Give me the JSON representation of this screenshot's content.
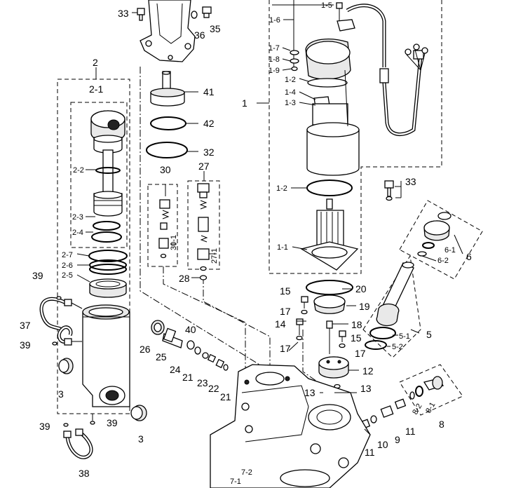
{
  "diagram": {
    "callouts": [
      {
        "id": "c33a",
        "text": "33"
      },
      {
        "id": "c36",
        "text": "36"
      },
      {
        "id": "c35",
        "text": "35"
      },
      {
        "id": "c41",
        "text": "41"
      },
      {
        "id": "c42",
        "text": "42"
      },
      {
        "id": "c32",
        "text": "32"
      },
      {
        "id": "c30",
        "text": "30"
      },
      {
        "id": "c27",
        "text": "27"
      },
      {
        "id": "c30_1",
        "text": "30-1"
      },
      {
        "id": "c27_1",
        "text": "27-1"
      },
      {
        "id": "c28",
        "text": "28"
      },
      {
        "id": "c2",
        "text": "2"
      },
      {
        "id": "c2_1",
        "text": "2-1"
      },
      {
        "id": "c2_2",
        "text": "2-2"
      },
      {
        "id": "c2_3",
        "text": "2-3"
      },
      {
        "id": "c2_4",
        "text": "2-4"
      },
      {
        "id": "c2_7",
        "text": "2-7"
      },
      {
        "id": "c2_6",
        "text": "2-6"
      },
      {
        "id": "c2_5",
        "text": "2-5"
      },
      {
        "id": "c39a",
        "text": "39"
      },
      {
        "id": "c37",
        "text": "37"
      },
      {
        "id": "c39b",
        "text": "39"
      },
      {
        "id": "c3a",
        "text": "3"
      },
      {
        "id": "c39c",
        "text": "39"
      },
      {
        "id": "c39d",
        "text": "39"
      },
      {
        "id": "c3b",
        "text": "3"
      },
      {
        "id": "c38",
        "text": "38"
      },
      {
        "id": "c26",
        "text": "26"
      },
      {
        "id": "c40",
        "text": "40"
      },
      {
        "id": "c25",
        "text": "25"
      },
      {
        "id": "c24",
        "text": "24"
      },
      {
        "id": "c21a",
        "text": "21"
      },
      {
        "id": "c23",
        "text": "23"
      },
      {
        "id": "c22",
        "text": "22"
      },
      {
        "id": "c21b",
        "text": "21"
      },
      {
        "id": "c1",
        "text": "1"
      },
      {
        "id": "c1_5",
        "text": "1-5"
      },
      {
        "id": "c1_6",
        "text": "1-6"
      },
      {
        "id": "c1_7",
        "text": "1-7"
      },
      {
        "id": "c1_8",
        "text": "1-8"
      },
      {
        "id": "c1_9",
        "text": "1-9"
      },
      {
        "id": "c1_2a",
        "text": "1-2"
      },
      {
        "id": "c1_4",
        "text": "1-4"
      },
      {
        "id": "c1_3",
        "text": "1-3"
      },
      {
        "id": "c1_2b",
        "text": "1-2"
      },
      {
        "id": "c1_1",
        "text": "1-1"
      },
      {
        "id": "c33b",
        "text": "33"
      },
      {
        "id": "c6",
        "text": "6"
      },
      {
        "id": "c6_1",
        "text": "6-1"
      },
      {
        "id": "c6_2",
        "text": "6-2"
      },
      {
        "id": "c20",
        "text": "20"
      },
      {
        "id": "c19",
        "text": "19"
      },
      {
        "id": "c15a",
        "text": "15"
      },
      {
        "id": "c17a",
        "text": "17"
      },
      {
        "id": "c14",
        "text": "14"
      },
      {
        "id": "c18",
        "text": "18"
      },
      {
        "id": "c15b",
        "text": "15"
      },
      {
        "id": "c17b",
        "text": "17"
      },
      {
        "id": "c17c",
        "text": "17"
      },
      {
        "id": "c5",
        "text": "5"
      },
      {
        "id": "c5_1",
        "text": "5-1"
      },
      {
        "id": "c5_2",
        "text": "5-2"
      },
      {
        "id": "c12",
        "text": "12"
      },
      {
        "id": "c13a",
        "text": "13"
      },
      {
        "id": "c13b",
        "text": "13"
      },
      {
        "id": "c8",
        "text": "8"
      },
      {
        "id": "c8_1",
        "text": "8-1"
      },
      {
        "id": "c8_2",
        "text": "8-2"
      },
      {
        "id": "c11a",
        "text": "11"
      },
      {
        "id": "c9",
        "text": "9"
      },
      {
        "id": "c10",
        "text": "10"
      },
      {
        "id": "c11b",
        "text": "11"
      },
      {
        "id": "c7_2",
        "text": "7-2"
      },
      {
        "id": "c7_1",
        "text": "7-1"
      }
    ]
  }
}
